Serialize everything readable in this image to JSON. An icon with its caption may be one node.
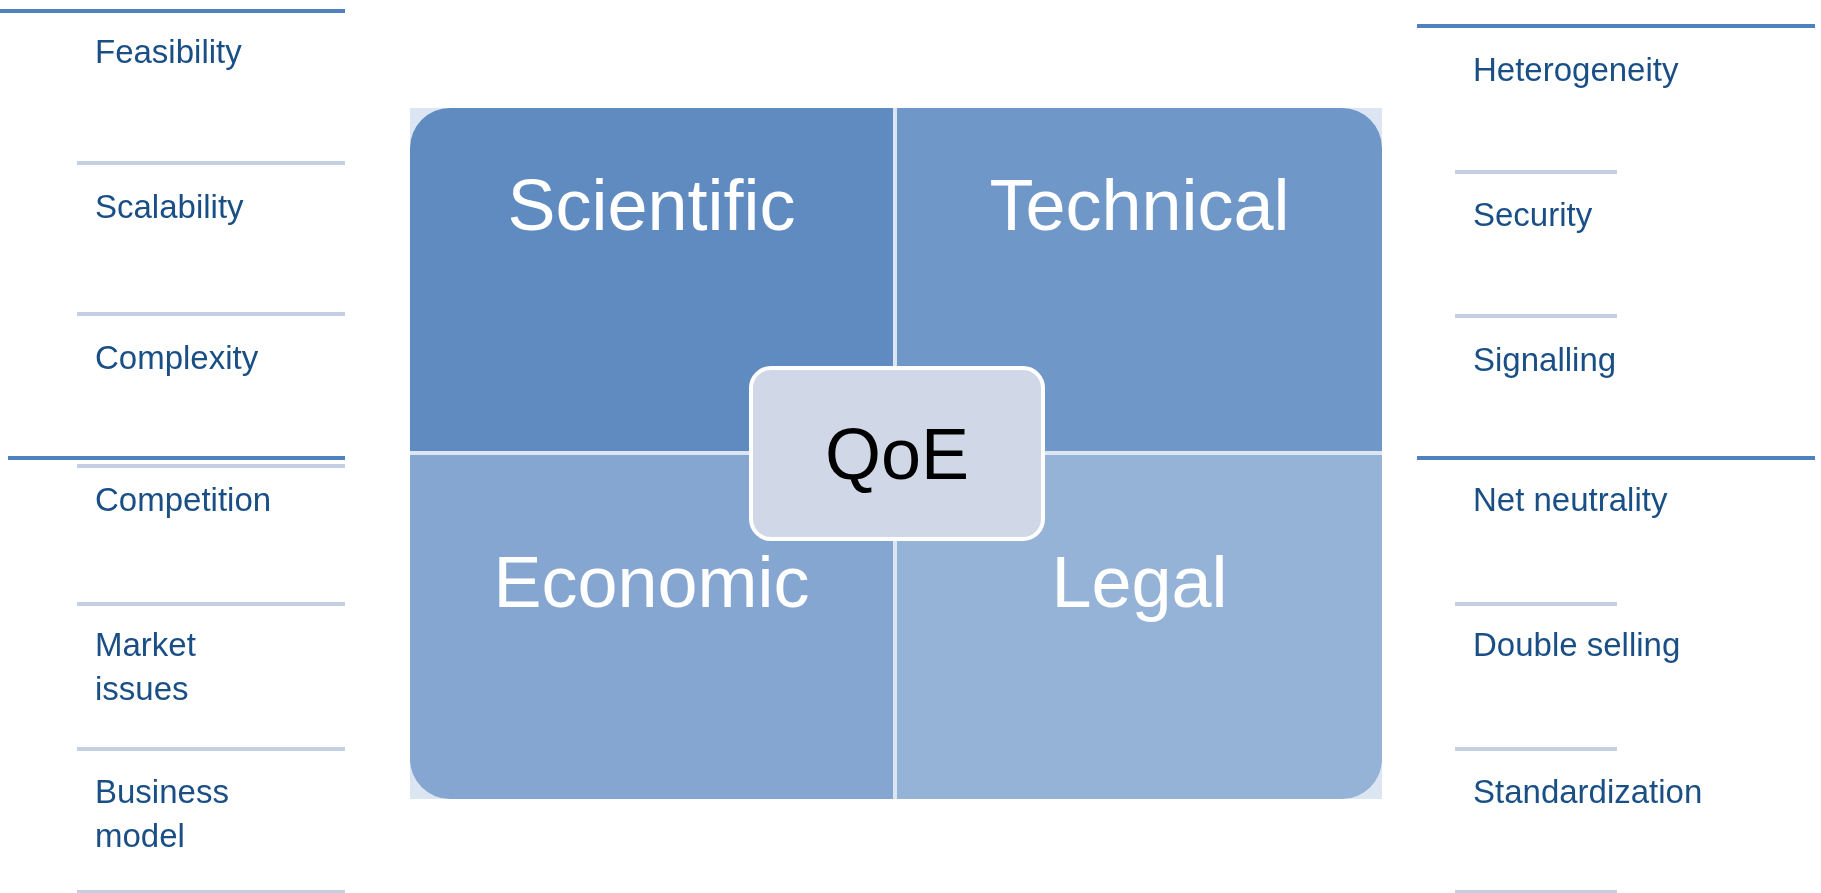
{
  "diagram": {
    "nodes": [
      {
        "text": [
          "Scientific"
        ]
      },
      {
        "text": [
          "Technical"
        ]
      },
      {
        "text": [
          "Economic"
        ]
      },
      {
        "text": [
          "Legal"
        ]
      },
      {
        "text": [
          "QoE"
        ]
      }
    ],
    "labels": [
      "Feasibility",
      "Heterogeneity",
      "Scalability",
      "Security",
      "Complexity",
      "Signalling",
      "Competition",
      "Net neutrality",
      "Market issues",
      "Double selling",
      "Business model",
      "Standardization"
    ]
  }
}
